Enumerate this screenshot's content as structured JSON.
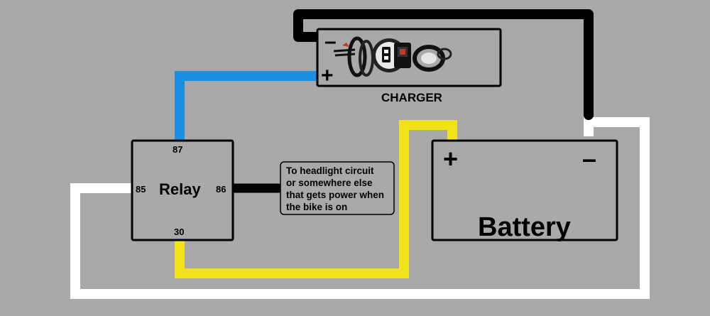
{
  "diagram": {
    "relay": {
      "label": "Relay",
      "pin_87": "87",
      "pin_85": "85",
      "pin_86": "86",
      "pin_30": "30"
    },
    "charger": {
      "label": "CHARGER",
      "minus": "–",
      "plus": "+"
    },
    "battery": {
      "label": "Battery",
      "plus": "+",
      "minus": "–"
    },
    "note": {
      "lines": [
        "To headlight circuit",
        "or somewhere else",
        "that gets power when",
        "the bike is on"
      ]
    },
    "colors": {
      "background": "#a9a9a9",
      "blue_wire": "#1b8fe0",
      "yellow_wire": "#f2e21a",
      "black_wire": "#000000",
      "white_wire": "#ffffff"
    }
  }
}
